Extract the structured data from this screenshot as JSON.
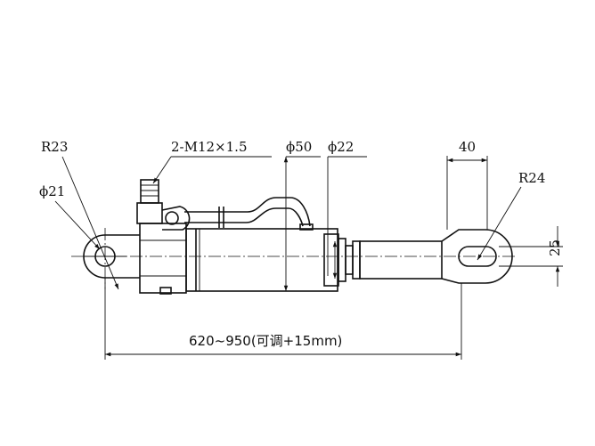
{
  "labels": {
    "r23": "R23",
    "phi21": "ϕ21",
    "port_thread": "2-M12×1.5",
    "phi50": "ϕ50",
    "phi22": "ϕ22",
    "dim40": "40",
    "r24": "R24",
    "dim25": "25",
    "total_length": "620~950(可调+15mm)"
  }
}
